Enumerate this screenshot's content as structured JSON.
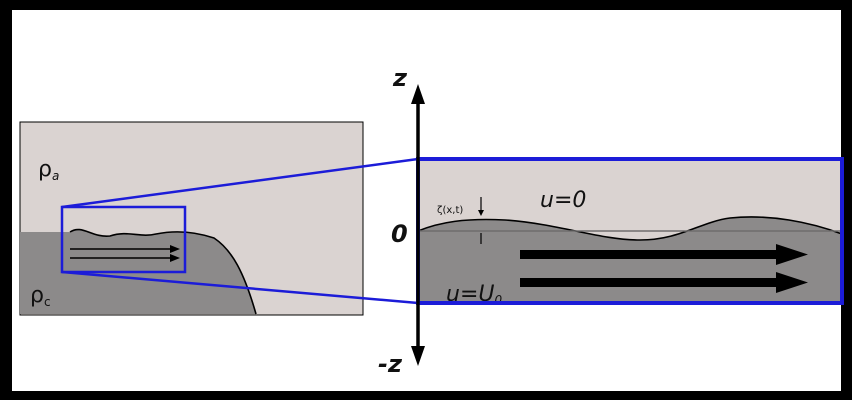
{
  "labels": {
    "rho_a": "ρ",
    "rho_a_sub": "a",
    "rho_c": "ρ",
    "rho_c_sub": "c",
    "z_pos": "z",
    "z_neg": "-z",
    "origin": "0",
    "zeta": "ζ(x,t)",
    "u_zero": "u=0",
    "u_flow": "u=U",
    "u_flow_sub": "0"
  },
  "colors": {
    "ambient_fluid": "#dad3d1",
    "current_fluid": "#8c8a8a",
    "zoom_box": "#1c1cd8",
    "outline": "#000000"
  }
}
